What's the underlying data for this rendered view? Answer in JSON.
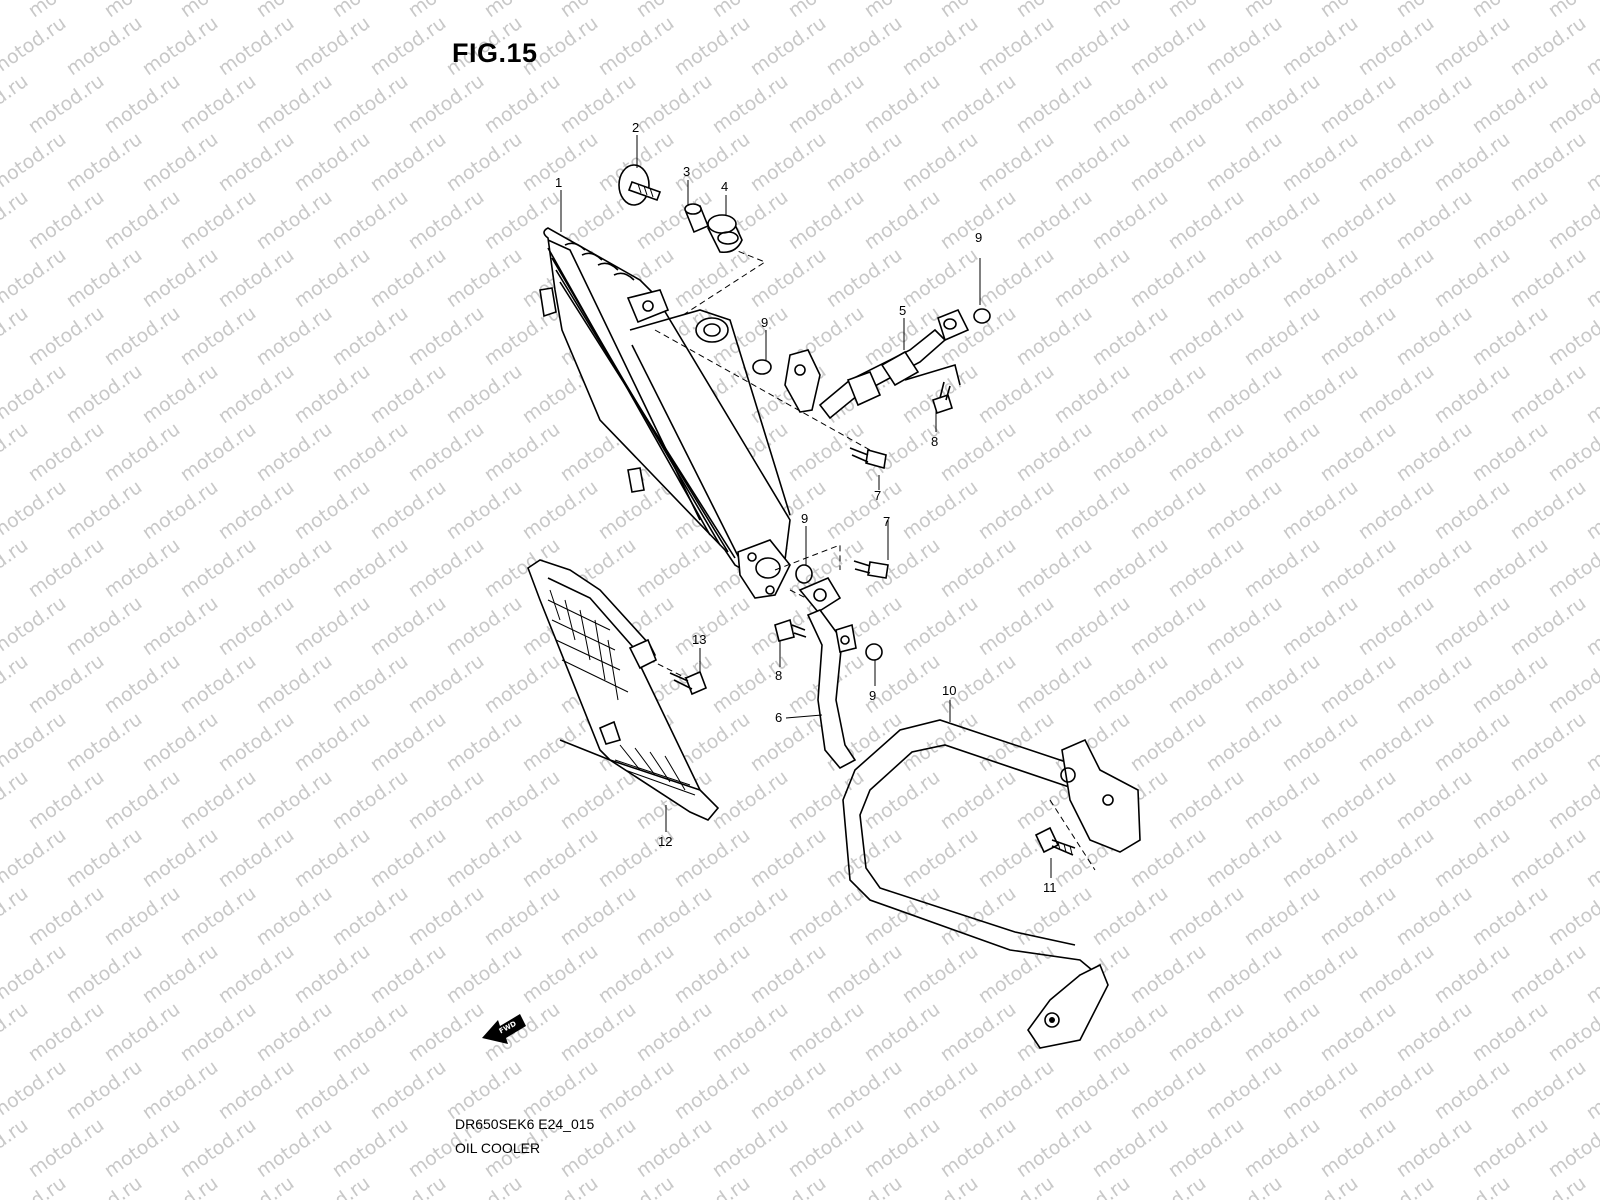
{
  "figure_title": "FIG.15",
  "document_code": "DR650SEK6 E24_015",
  "document_name": "OIL COOLER",
  "watermark": "motod.ru",
  "direction_label": "FWD",
  "callouts": {
    "c1": "1",
    "c2": "2",
    "c3": "3",
    "c4": "4",
    "c5": "5",
    "c6": "6",
    "c7a": "7",
    "c7b": "7",
    "c8a": "8",
    "c8b": "8",
    "c9a": "9",
    "c9b": "9",
    "c9c": "9",
    "c9d": "9",
    "c10": "10",
    "c11": "11",
    "c12": "12",
    "c13": "13"
  },
  "colors": {
    "line": "#000000",
    "background": "#ffffff",
    "watermark": "#c8c8c8"
  }
}
